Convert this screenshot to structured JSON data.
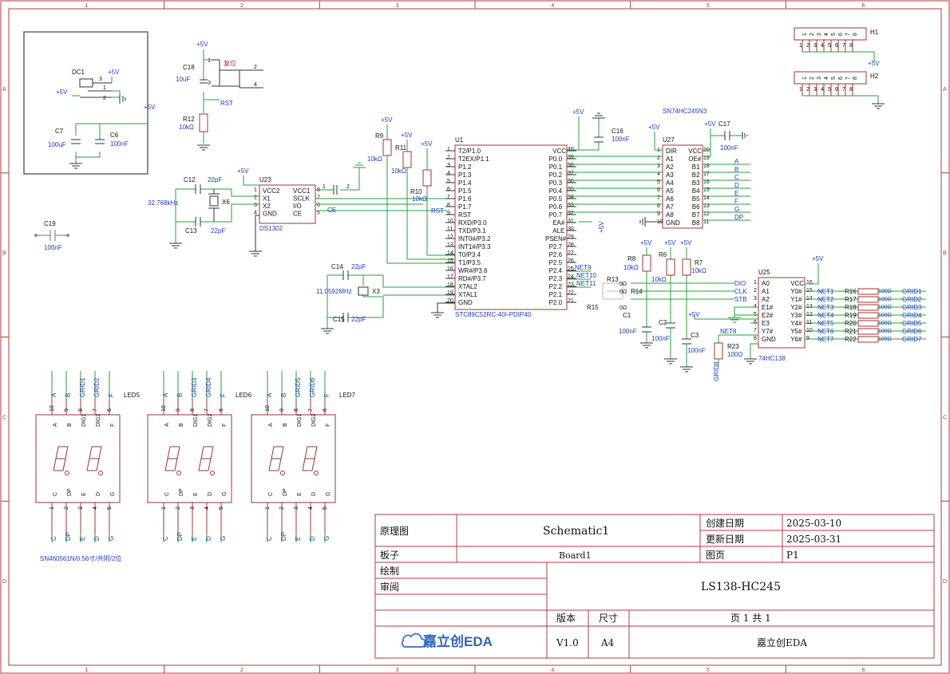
{
  "frame": {
    "columns": [
      "1",
      "2",
      "3",
      "4",
      "5",
      "6"
    ],
    "rows": [
      "A",
      "B",
      "C",
      "D"
    ]
  },
  "title_block": {
    "type_label": "原理图",
    "schematic_name": "Schematic1",
    "board_label": "板子",
    "board_name": "Board1",
    "drawn_label": "绘制",
    "review_label": "审阅",
    "created_label": "创建日期",
    "created_value": "2025-03-10",
    "updated_label": "更新日期",
    "updated_value": "2025-03-31",
    "page_label": "图页",
    "page_value": "P1",
    "project_title": "LS138-HC245",
    "version_label": "版本",
    "version_value": "V1.0",
    "size_label": "尺寸",
    "size_value": "A4",
    "page_of": "页   1   共   1",
    "company": "嘉立创EDA",
    "logo_text": "嘉立创EDA"
  },
  "components": {
    "dc1": {
      "ref": "DC1",
      "pins": [
        "1",
        "2",
        "3"
      ],
      "power": "+5V"
    },
    "c7": {
      "ref": "C7",
      "value": "100uF"
    },
    "c6": {
      "ref": "C6",
      "value": "100nF"
    },
    "c19": {
      "ref": "C19",
      "value": "100nF"
    },
    "c18": {
      "ref": "C18",
      "value": "10uF"
    },
    "r12": {
      "ref": "R12",
      "value": "10kΩ"
    },
    "sw": {
      "label": "复位",
      "net": "RST",
      "pins": [
        "1",
        "2",
        "3",
        "4"
      ]
    },
    "u23": {
      "ref": "U23",
      "part": "DS1302",
      "pins_left": [
        "VCC2",
        "X1",
        "X2",
        "GND"
      ],
      "pins_right": [
        "VCC1",
        "SCLK",
        "I/O",
        "CE"
      ],
      "nums_left": [
        "1",
        "2",
        "3",
        "4"
      ],
      "nums_right": [
        "8",
        "7",
        "6",
        "5"
      ]
    },
    "c12": {
      "ref": "C12",
      "value": "22pF"
    },
    "c13": {
      "ref": "C13",
      "value": "22pF"
    },
    "x6": {
      "ref": "X6",
      "value": "32.768kHz"
    },
    "r9": {
      "ref": "R9",
      "value": "10kΩ"
    },
    "r11": {
      "ref": "R11",
      "value": "10kΩ"
    },
    "r10": {
      "ref": "R10",
      "value": "10kΩ"
    },
    "u1": {
      "ref": "U1",
      "part": "STC89C52RC-40I-PDIP40",
      "left": [
        "T2/P1.0",
        "T2EX/P1.1",
        "P1.2",
        "P1.3",
        "P1.4",
        "P1.5",
        "P1.6",
        "P1.7",
        "RST",
        "RXD/P3.0",
        "TXD/P3.1",
        "INT0#/P3.2",
        "INT1#/P3.3",
        "T0/P3.4",
        "T1/P3.5",
        "WR#/P3.6",
        "RD#/P3.7",
        "XTAL2",
        "XTAL1",
        "GND"
      ],
      "right": [
        "VCC",
        "P0.0",
        "P0.1",
        "P0.2",
        "P0.3",
        "P0.4",
        "P0.5",
        "P0.6",
        "P0.7",
        "EA#",
        "ALE",
        "PSEN#",
        "P2.7",
        "P2.6",
        "P2.5",
        "P2.4",
        "P2.3",
        "P2.2",
        "P2.1",
        "P2.0"
      ],
      "lnums": [
        "1",
        "2",
        "3",
        "4",
        "5",
        "6",
        "7",
        "8",
        "9",
        "10",
        "11",
        "12",
        "13",
        "14",
        "15",
        "16",
        "17",
        "18",
        "19",
        "20"
      ],
      "rnums": [
        "40",
        "39",
        "38",
        "37",
        "36",
        "35",
        "34",
        "33",
        "32",
        "31",
        "30",
        "29",
        "28",
        "27",
        "26",
        "25",
        "24",
        "23",
        "22",
        "21"
      ]
    },
    "c14": {
      "ref": "C14",
      "value": "22pF"
    },
    "c15": {
      "ref": "C15",
      "value": "22pF"
    },
    "x3": {
      "ref": "X3",
      "value": "11.0592MHz"
    },
    "c16": {
      "ref": "C16",
      "value": "100nF"
    },
    "c17": {
      "ref": "C17",
      "value": "100nF"
    },
    "u27": {
      "ref": "U27",
      "part": "SN74HC245N3",
      "left": [
        "DIR",
        "A1",
        "A2",
        "A3",
        "A4",
        "A5",
        "A6",
        "A7",
        "A8",
        "GND"
      ],
      "right": [
        "VCC",
        "OE#",
        "B1",
        "B2",
        "B3",
        "B4",
        "B5",
        "B6",
        "B7",
        "B8"
      ],
      "lnums": [
        "1",
        "2",
        "3",
        "4",
        "5",
        "6",
        "7",
        "8",
        "9",
        "10"
      ],
      "rnums": [
        "20",
        "19",
        "18",
        "17",
        "16",
        "15",
        "14",
        "13",
        "12",
        "11"
      ],
      "nets": [
        "A",
        "B",
        "C",
        "D",
        "E",
        "F",
        "G",
        "DP"
      ]
    },
    "r8": {
      "ref": "R8",
      "value": "10kΩ"
    },
    "r6": {
      "ref": "R6",
      "value": "10kΩ"
    },
    "r7": {
      "ref": "R7",
      "value": "10kΩ"
    },
    "r13": {
      "ref": "R13",
      "value": "0Ω"
    },
    "r14": {
      "ref": "R14",
      "value": "0Ω"
    },
    "r15": {
      "ref": "R15",
      "value": "0Ω"
    },
    "c1": {
      "ref": "C1",
      "value": "100nF"
    },
    "c2": {
      "ref": "C2",
      "value": "100nF"
    },
    "c3": {
      "ref": "C3",
      "value": "100nF"
    },
    "r23": {
      "ref": "R23",
      "value": "100Ω"
    },
    "u25": {
      "ref": "U25",
      "part": "74HC138",
      "left": [
        "A0",
        "A1",
        "A2",
        "E1#",
        "E2#",
        "E3",
        "Y7#",
        "GND"
      ],
      "right": [
        "VCC",
        "Y0#",
        "Y1#",
        "Y2#",
        "Y3#",
        "Y4#",
        "Y5#",
        "Y6#"
      ],
      "lnums": [
        "1",
        "2",
        "3",
        "4",
        "5",
        "6",
        "7",
        "8"
      ],
      "rnums": [
        "16",
        "15",
        "14",
        "13",
        "12",
        "11",
        "10",
        "9"
      ],
      "in_nets": [
        "DIO",
        "CLK",
        "STB"
      ],
      "out_nets": [
        "NET1",
        "NET2",
        "NET3",
        "NET4",
        "NET5",
        "NET6",
        "NET7"
      ]
    },
    "rgrid": {
      "refs": [
        "R16",
        "R17",
        "R18",
        "R19",
        "R20",
        "R21",
        "R22"
      ],
      "value": "100Ω",
      "nets": [
        "GRID1",
        "GRID2",
        "GRID3",
        "GRID4",
        "GRID5",
        "GRID6",
        "GRID7"
      ]
    },
    "net_labels": {
      "net8": "NET8",
      "net9": "NET9",
      "net10": "NET10",
      "net11": "NET11",
      "grid8": "GRID8",
      "ce": "CE",
      "rst": "RST",
      "plus5": "+5V"
    },
    "headers": {
      "h1": "H1",
      "h2": "H2",
      "pins": [
        "1",
        "2",
        "3",
        "4",
        "5",
        "6",
        "7",
        "8"
      ]
    },
    "leds": [
      {
        "ref": "LED5",
        "top": [
          "A",
          "B",
          "GRID1",
          "GRID2",
          "F"
        ],
        "bottom": [
          "C",
          "DP",
          "E",
          "D",
          "G"
        ]
      },
      {
        "ref": "LED6",
        "top": [
          "A",
          "B",
          "GRID3",
          "GRID4",
          "F"
        ],
        "bottom": [
          "C",
          "DP",
          "E",
          "D",
          "G"
        ]
      },
      {
        "ref": "LED7",
        "top": [
          "A",
          "B",
          "GRID5",
          "GRID6",
          "F"
        ],
        "bottom": [
          "C",
          "DP",
          "E",
          "D",
          "G"
        ]
      }
    ],
    "led_inner_top": [
      "A",
      "B",
      "DIG1",
      "DIG2",
      "F"
    ],
    "led_inner_bottom": [
      "C",
      "DP",
      "E",
      "D",
      "G"
    ],
    "led_pins_top": [
      "10",
      "9",
      "8",
      "7",
      "6"
    ],
    "led_pins_bottom": [
      "1",
      "2",
      "3",
      "4",
      "5"
    ],
    "led_part": "SN460561N/0.56寸/共阴/2位"
  }
}
